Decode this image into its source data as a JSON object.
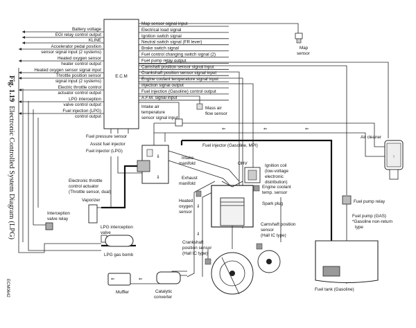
{
  "figure": {
    "fig_number": "Fig. 1.19",
    "title": "Electronic Controlled System Diagram (LPG)",
    "code": "ECM0642"
  },
  "ecm": {
    "label": "E.C.M"
  },
  "left_signals": [
    "Battery voltage",
    "EGI relay control output",
    "KLINE",
    "Accelerator pedal position",
    "sensor signal input (2 systems)",
    "Heated oxygen sensor",
    "heater control output",
    "Heated oxygen sensor signal input",
    "Throttle position sensor",
    "signal input (2 systems)",
    "Electric throttle control",
    "actuator control output",
    "LPG interception",
    "valve control output",
    "Fuel injection (LPG)",
    "control output"
  ],
  "right_signals": [
    "Map sensor signal input",
    "Electrical load signal",
    "Ignition switch signal",
    "Neutral switch signal (FR lever)",
    "Brake switch signal",
    "Fuel control changing switch signal (2)",
    "Fuel pump relay output",
    "Camshaft position sensor signal input",
    "Crankshaft position sensor signal input",
    "Engine coolant temperature signal input",
    "Injection signal output",
    "Fuel injection (Gasoline) control output",
    "A.F.M. signal input"
  ],
  "component_labels": {
    "map_sensor_1": "Map",
    "map_sensor_2": "sensor",
    "intake_air_temp_1": "Intake air",
    "intake_air_temp_2": "temperature",
    "intake_air_temp_3": "sensor signal input",
    "mass_air_flow_1": "Mass air",
    "mass_air_flow_2": "flow sensor",
    "fuel_pressure_sensor": "Fuel pressure sensor",
    "assist_fuel_injector": "Assist fuel injector",
    "fuel_injector_lpg": "Fuel injector (LPG)",
    "fuel_injector_gasoline": "Fuel injector (Gasoline, MPI)",
    "air_cleaner": "Air cleaner",
    "intake_manifold_1": "Intake",
    "intake_manifold_2": "manifold",
    "ohv": "OHV",
    "ignition_coil_1": "Ignition coil",
    "ignition_coil_2": "(low-voltage",
    "ignition_coil_3": "electronic",
    "ignition_coil_4": "distribution)",
    "etc_actuator_1": "Electronic throttle",
    "etc_actuator_2": "control actuator",
    "etc_actuator_3": "(Throttle sensor, dual)",
    "exhaust_manifold_1": "Exhaust",
    "exhaust_manifold_2": "manifold",
    "heated_o2_1": "Heated",
    "heated_o2_2": "oxygen",
    "heated_o2_3": "sensor",
    "coolant_temp_1": "Engine coolant",
    "coolant_temp_2": "temp. sensor",
    "spark_plug": "Spark plug",
    "fuel_pump_relay": "Fuel pump relay",
    "vaporizer": "Vaporizer",
    "interception_relay_1": "Interception",
    "interception_relay_2": "valve relay",
    "lpg_valve_1": "LPG interception",
    "lpg_valve_2": "valve",
    "lpg_gas_bomb": "LPG gas bomb",
    "camshaft_sensor_1": "Camshaft position",
    "camshaft_sensor_2": "sensor",
    "camshaft_sensor_3": "(Hall IC type)",
    "fuel_pump_gas_1": "Fuel pump (GAS)",
    "fuel_pump_gas_2": "*Gasoline non-return",
    "fuel_pump_gas_3": "type",
    "crankshaft_sensor_1": "Crankshaft",
    "crankshaft_sensor_2": "position sensor",
    "crankshaft_sensor_3": "(Hall IC type)",
    "muffler": "Muffler",
    "catalytic_1": "Catalytic",
    "catalytic_2": "converter",
    "fuel_tank": "Fuel tank (Gasoline)"
  }
}
